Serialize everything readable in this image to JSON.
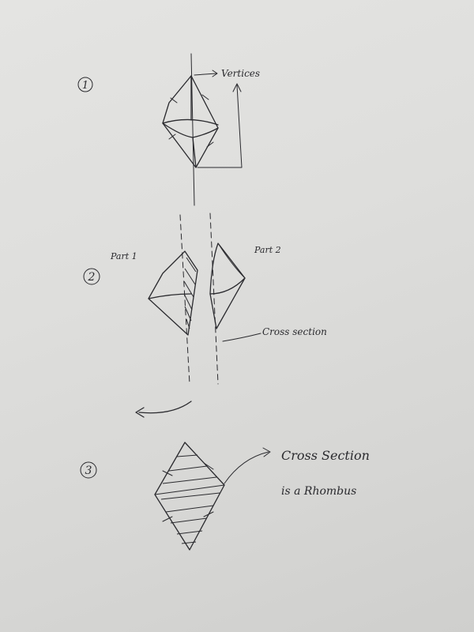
{
  "steps": [
    {
      "num": "1",
      "label": "Vertices"
    },
    {
      "num": "2",
      "part1": "Part 1",
      "part2": "Part 2",
      "label": "Cross section"
    },
    {
      "num": "3",
      "caption_line1": "Cross Section",
      "caption_line2": "is a Rhombus"
    }
  ],
  "colors": {
    "ink": "#2a2a2e",
    "paper": "#e2e2e0"
  }
}
